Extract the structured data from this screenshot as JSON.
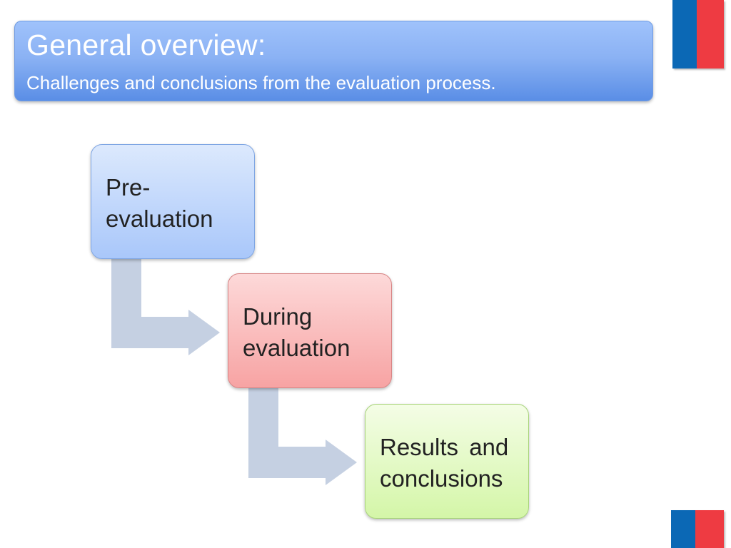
{
  "header": {
    "title": "General overview:",
    "subtitle": "Challenges and conclusions from the evaluation process."
  },
  "steps": [
    {
      "lines": [
        "Pre-",
        "evaluation"
      ],
      "color": "#a9c7fa"
    },
    {
      "lines": [
        "During",
        "evaluation"
      ],
      "color": "#f7a3a3"
    },
    {
      "lines": [
        "Results and",
        "conclusions"
      ],
      "color": "#d4f6a8"
    }
  ],
  "colors": {
    "header": "#8bb2f4",
    "arrow": "#c5d0e2",
    "flag_blue": "#0b68b5",
    "flag_red": "#ee3b42"
  },
  "icons": [
    "flag-icon",
    "flag-icon"
  ]
}
